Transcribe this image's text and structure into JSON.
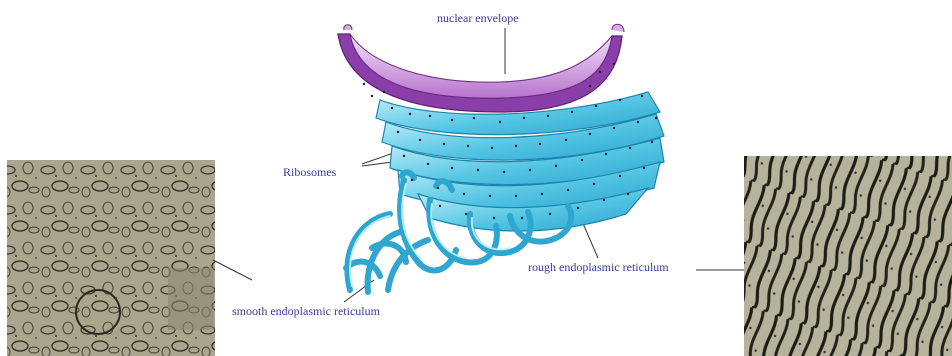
{
  "labels": {
    "nuclear_envelope": "nuclear envelope",
    "ribosomes": "Ribosomes",
    "rough_er": "rough endoplasmic reticulum",
    "smooth_er": "smooth endoplasmic reticulum"
  },
  "colors": {
    "label_text": "#3a3aa0",
    "nucleus_purple": "#8a3ea8",
    "nucleus_light": "#e6c3ef",
    "er_cyan": "#3fb9dc",
    "er_light": "#b9ecf7",
    "ribosome_dot": "#1a1a2e",
    "micrograph_bg": "#b9b69c"
  },
  "panels": {
    "left_micrograph": "smooth-er-electron-micrograph",
    "right_micrograph": "rough-er-electron-micrograph"
  }
}
